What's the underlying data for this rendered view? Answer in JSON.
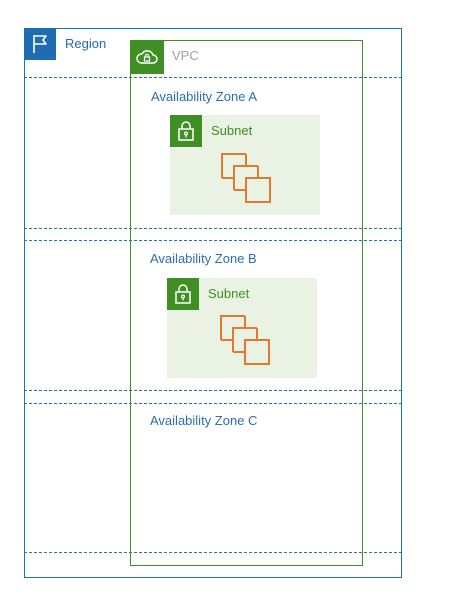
{
  "region": {
    "label": "Region",
    "icon": "flag-icon",
    "color": "#1f6db1"
  },
  "vpc": {
    "label": "VPC",
    "icon": "cloud-lock-icon",
    "color": "#3f8f24"
  },
  "zones": [
    {
      "label": "Availability Zone A",
      "subnet": {
        "label": "Subnet",
        "icon": "lock-icon",
        "resource_icon": "instances-icon"
      }
    },
    {
      "label": "Availability Zone B",
      "subnet": {
        "label": "Subnet",
        "icon": "lock-icon",
        "resource_icon": "instances-icon"
      }
    },
    {
      "label": "Availability Zone C"
    }
  ],
  "colors": {
    "zone_border": "#2d6fad",
    "subnet_fill": "#e9f2e3",
    "instance_stroke": "#e07a2e"
  }
}
